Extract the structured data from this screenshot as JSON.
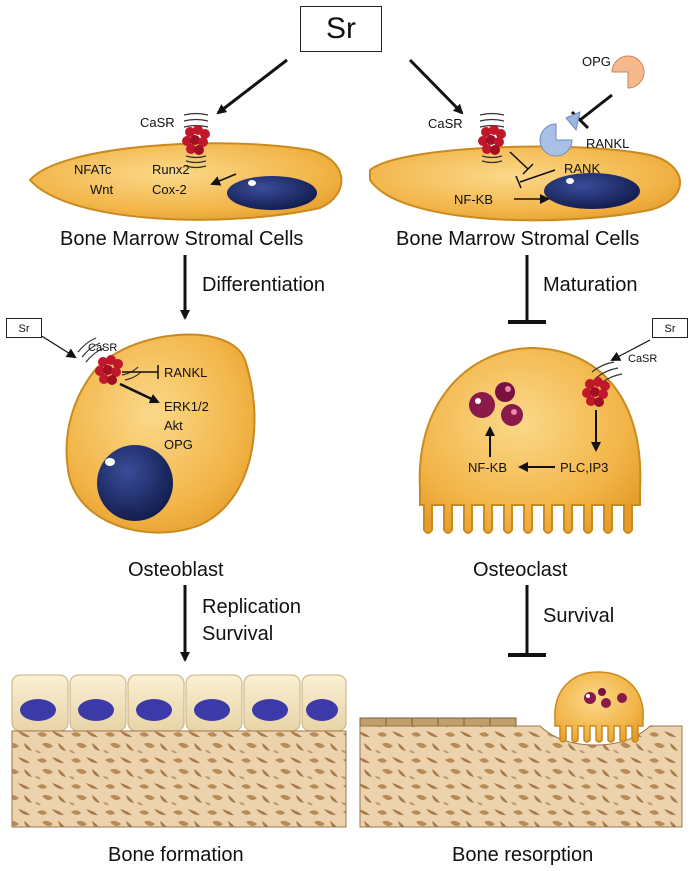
{
  "top": {
    "sr_label": "Sr"
  },
  "left_stromal": {
    "casr": "CaSR",
    "nfatc": "NFATc",
    "wnt": "Wnt",
    "runx2": "Runx2",
    "cox2": "Cox-2",
    "cell_label": "Bone Marrow Stromal Cells"
  },
  "right_stromal": {
    "casr": "CaSR",
    "opg": "OPG",
    "rankl": "RANKL",
    "rank": "RANK",
    "nfkb": "NF-KB",
    "cell_label": "Bone Marrow Stromal Cells"
  },
  "left_arrows": {
    "differentiation": "Differentiation",
    "replication": "Replication",
    "survival": "Survival"
  },
  "right_arrows": {
    "maturation": "Maturation",
    "survival": "Survival"
  },
  "osteoblast": {
    "sr": "Sr",
    "casr": "CaSR",
    "rankl": "RANKL",
    "erk": "ERK1/2",
    "akt": "Akt",
    "opg": "OPG",
    "label": "Osteoblast"
  },
  "osteoclast": {
    "sr": "Sr",
    "casr": "CaSR",
    "nfkb": "NF-KB",
    "plc": "PLC,IP3",
    "label": "Osteoclast"
  },
  "bottom": {
    "formation": "Bone formation",
    "resorption": "Bone resorption"
  },
  "colors": {
    "cell_fill": "#f2b447",
    "cell_edge": "#c98a1e",
    "nucleus": "#1c2a6b",
    "receptor": "#c0172b",
    "bone": "#e8c9a0",
    "bone_pore": "#b68a5c",
    "opg_fill": "#f5b98c",
    "rankl_fill": "#9bb6e0"
  }
}
